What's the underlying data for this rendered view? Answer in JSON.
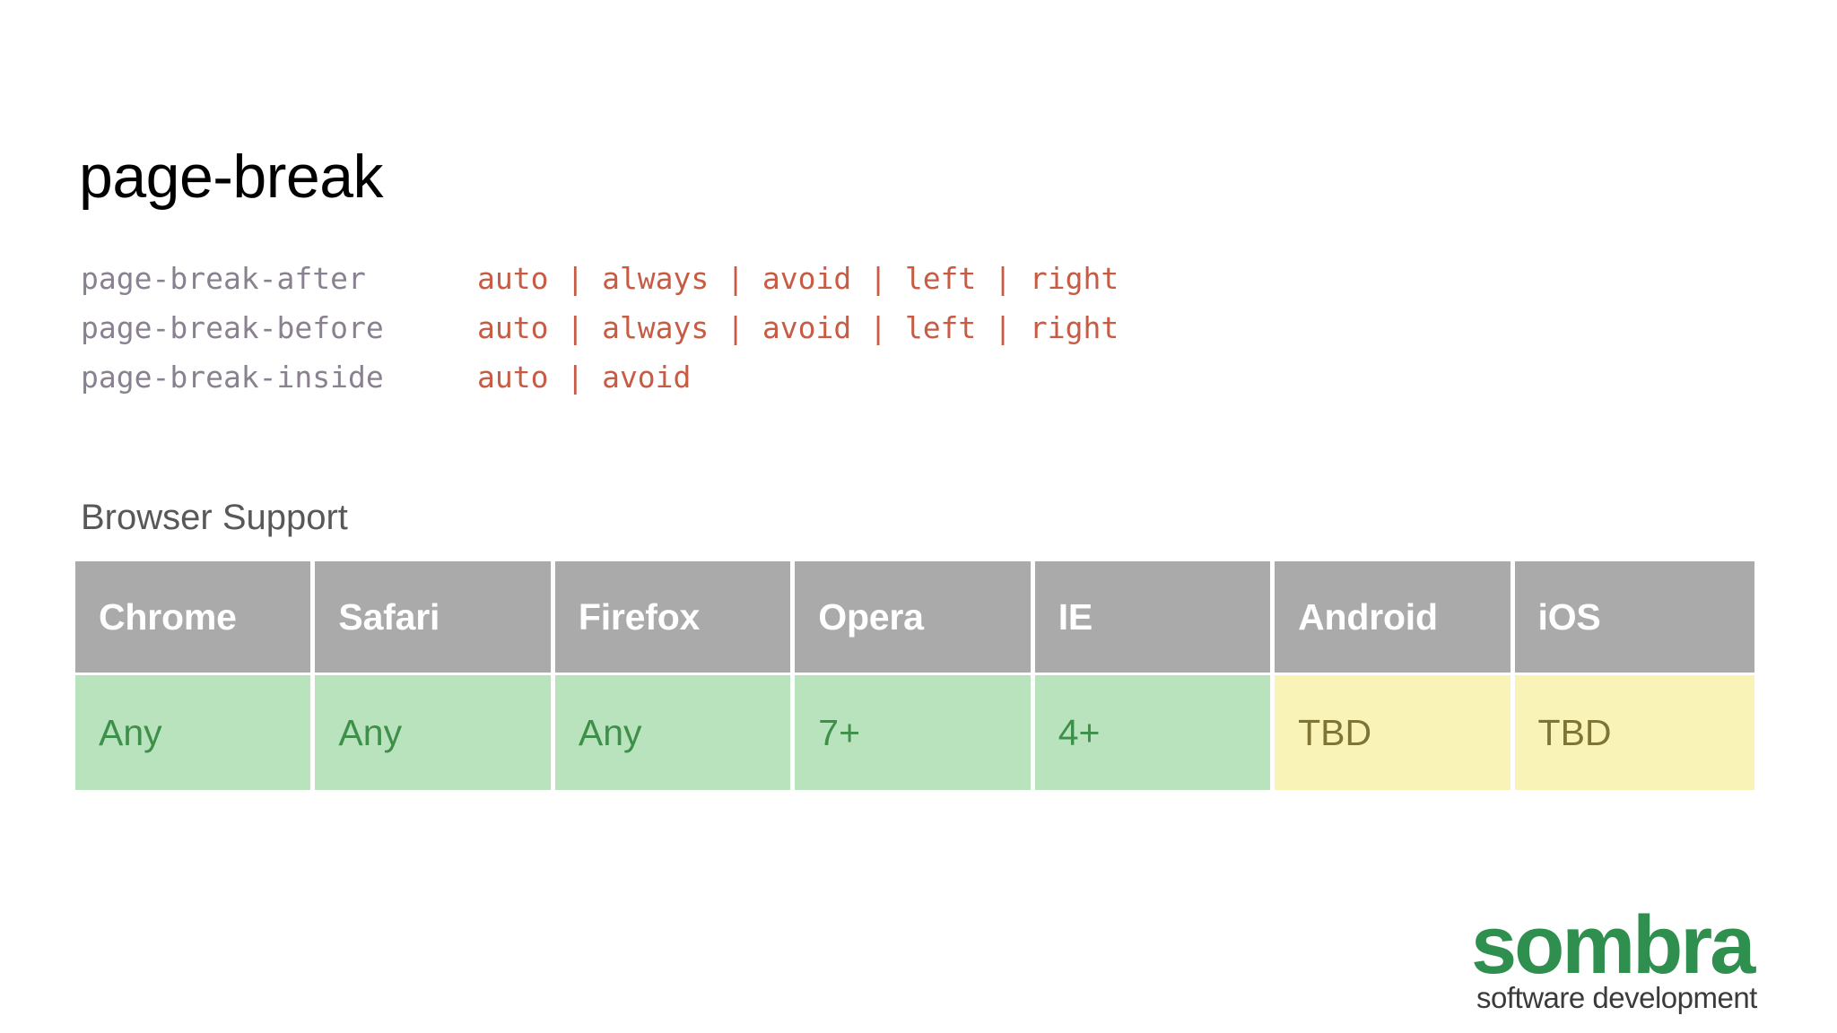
{
  "slide": {
    "title": "page-break",
    "background_color": "#ffffff"
  },
  "code_block": {
    "property_color": "#8a8190",
    "value_color": "#c75b44",
    "lines": [
      {
        "property": "page-break-after",
        "values": "auto | always | avoid | left | right"
      },
      {
        "property": "page-break-before",
        "values": "auto | always | avoid | left | right"
      },
      {
        "property": "page-break-inside",
        "values": "auto | avoid"
      }
    ]
  },
  "browser_support": {
    "heading": "Browser Support",
    "header_bg": "#aaaaaa",
    "supported_bg": "#b9e3bd",
    "supported_fg": "#3d8f4a",
    "tbd_bg": "#faf3b8",
    "tbd_fg": "#7d7436",
    "columns": [
      "Chrome",
      "Safari",
      "Firefox",
      "Opera",
      "IE",
      "Android",
      "iOS"
    ],
    "values": [
      "Any",
      "Any",
      "Any",
      "7+",
      "4+",
      "TBD",
      "TBD"
    ],
    "states": [
      "yes",
      "yes",
      "yes",
      "yes",
      "yes",
      "tbd",
      "tbd"
    ]
  },
  "logo": {
    "word": "sombra",
    "tagline": "software development",
    "word_color": "#2f8f4e",
    "tagline_color": "#3b3b3b"
  }
}
